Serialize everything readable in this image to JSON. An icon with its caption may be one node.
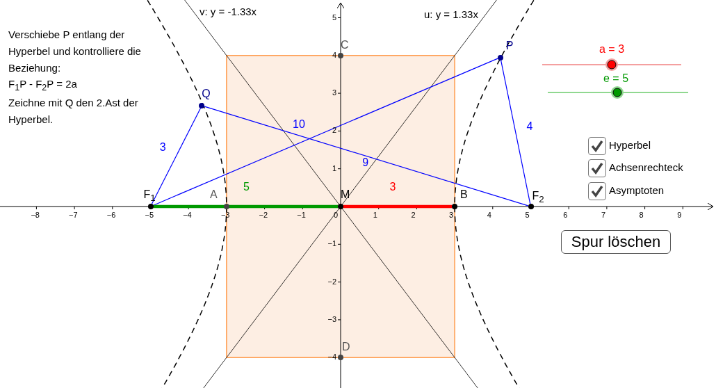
{
  "diagram": {
    "nodes": [
      {
        "text": [
          "F$_{1}$"
        ]
      },
      {
        "text": [
          "Q"
        ]
      },
      {
        "text": [
          "A"
        ]
      },
      {
        "text": [
          "C"
        ]
      },
      {
        "text": [
          "M"
        ]
      },
      {
        "text": [
          "B"
        ]
      },
      {
        "text": [
          "P"
        ]
      },
      {
        "text": [
          "F$_{2}$"
        ]
      },
      {
        "text": [
          "D"
        ]
      }
    ],
    "edges": [
      {
        "from": 0,
        "to": 6,
        "arrow": "none",
        "label": "10"
      },
      {
        "from": 1,
        "to": 7,
        "arrow": "none",
        "label": "9"
      },
      {
        "from": 0,
        "to": 1,
        "arrow": "none",
        "label": "3"
      },
      {
        "from": 6,
        "to": 7,
        "arrow": "none",
        "label": "4"
      },
      {
        "from": 0,
        "to": 4,
        "arrow": "none",
        "label": "5",
        "style": "thick",
        "color": "#009900"
      },
      {
        "from": 4,
        "to": 5,
        "arrow": "none",
        "label": "3",
        "style": "thick",
        "color": "#ff0000"
      }
    ],
    "labels": [
      "Verschiebe P entlang der Hyperbel und kontrolliere die Beziehung:",
      "F$_{1}$P - F$_{2}$P = 2a",
      "Zeichne mit Q den 2.Ast der Hyperbel.",
      "v: y = -1.33x",
      "u: y = 1.33x",
      "a = 3",
      "e = 5",
      "Hyperbel",
      "Achsenrechteck",
      "Asymptoten",
      "Spur löschen",
      "5",
      "4",
      "3",
      "2",
      "1",
      "−1",
      "−2",
      "−3",
      "−4",
      "−8",
      "−7",
      "−6",
      "−5",
      "−4",
      "−3",
      "−2",
      "−1",
      "0",
      "1",
      "2",
      "3",
      "4",
      "5",
      "6",
      "7",
      "8",
      "9"
    ]
  }
}
